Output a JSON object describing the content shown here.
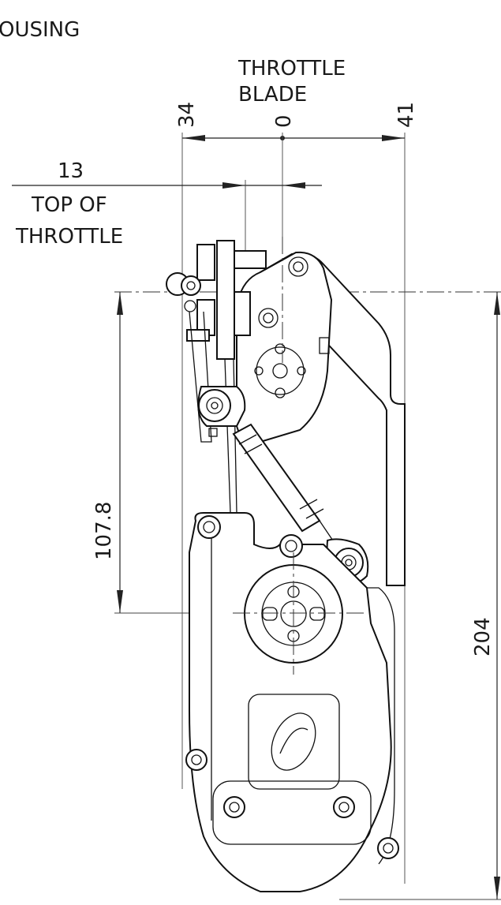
{
  "labels": {
    "housing_partial": "OUSING",
    "throttle_blade_line1": "THROTTLE",
    "throttle_blade_line2": "BLADE",
    "top_of_throttle_line1": "TOP OF",
    "top_of_throttle_line2": "THROTTLE"
  },
  "dimensions": {
    "left_offset": "34",
    "blade_zero": "0",
    "right_offset": "41",
    "top_offset": "13",
    "arm_height": "107.8",
    "overall_height": "204"
  }
}
